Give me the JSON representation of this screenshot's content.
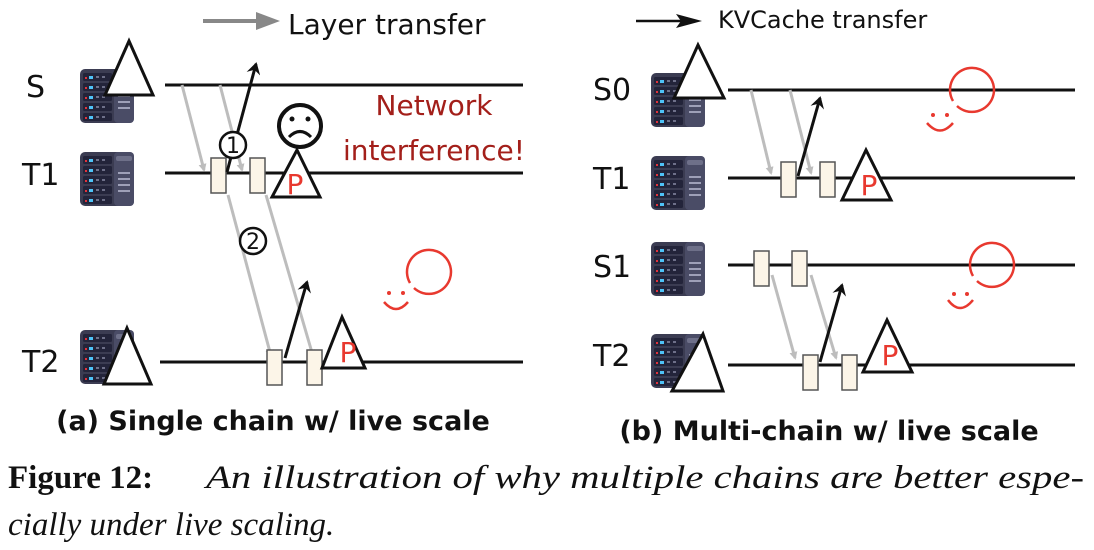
{
  "legend": {
    "layer_transfer": "Layer transfer",
    "kvcache_transfer": "KVCache transfer"
  },
  "colors": {
    "layer_arrow": "#bdbdbd",
    "legend_layer_arrow": "#888888",
    "kv_arrow": "#111111",
    "warning_text": "#a31f1a",
    "prefill_p": "#e8392f",
    "smiley": "#e8392f",
    "block_fill": "#fcf5e8",
    "server_body": "#3b3c52"
  },
  "panel_a": {
    "rows": [
      {
        "label": "S"
      },
      {
        "label": "T1"
      },
      {
        "label": "T2"
      }
    ],
    "annotation": {
      "line1": "Network",
      "line2": "interference!"
    },
    "step_markers": [
      "1",
      "2"
    ],
    "prefill_label": "P",
    "faces": [
      "sad",
      "happy"
    ],
    "subtitle": "(a) Single chain w/ live scale"
  },
  "panel_b": {
    "rows": [
      {
        "label": "S0"
      },
      {
        "label": "T1"
      },
      {
        "label": "S1"
      },
      {
        "label": "T2"
      }
    ],
    "prefill_label": "P",
    "faces": [
      "happy",
      "happy"
    ],
    "subtitle": "(b) Multi-chain  w/ live scale"
  },
  "caption": {
    "label": "Figure 12:",
    "line1": "An illustration of why multiple chains are better espe-",
    "line2": "cially under live scaling."
  }
}
